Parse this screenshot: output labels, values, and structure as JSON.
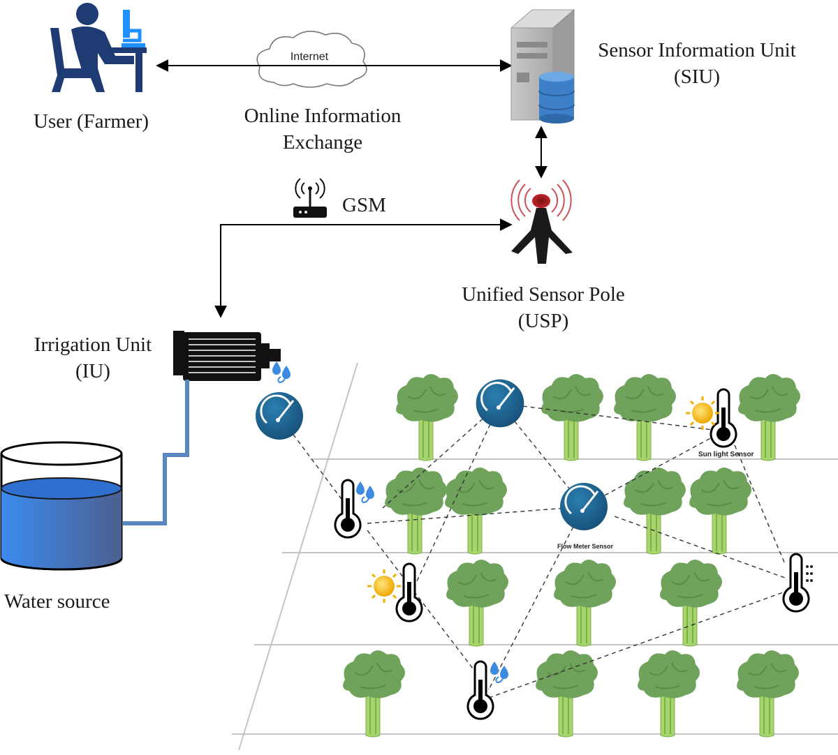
{
  "labels": {
    "user": "User (Farmer)",
    "internet": "Internet",
    "online_info_line1": "Online Information",
    "online_info_line2": "Exchange",
    "siu_line1": "Sensor Information Unit",
    "siu_line2": "(SIU)",
    "gsm": "GSM",
    "usp_line1": "Unified Sensor Pole",
    "usp_line2": "(USP)",
    "iu_line1": "Irrigation Unit",
    "iu_line2": "(IU)",
    "water_source": "Water source",
    "sunlight_sensor": "Sun light Sensor",
    "flow_meter_sensor": "Flow Meter Sensor"
  },
  "icons": {
    "user": "user-at-computer-icon",
    "internet": "cloud-icon",
    "siu": "server-database-icon",
    "gsm": "wifi-router-icon",
    "usp": "antenna-tower-icon",
    "iu": "motor-pump-icon",
    "water": "water-tank-icon",
    "flow_meter": "flow-meter-gauge-icon",
    "moisture": "soil-moisture-thermometer-icon",
    "sunlight": "sun-thermometer-icon",
    "plant": "celery-plant-icon"
  },
  "colors": {
    "user_icon": "#1f3b73",
    "monitor": "#1e90ff",
    "pipe": "#5a86c0",
    "water_top": "#2f6fd0",
    "water_bottom": "#4a6a9a",
    "gauge": "#1b5e8a",
    "plant_leaf": "#6f9e5a",
    "plant_stem": "#9fd06a",
    "tower_red": "#c0262b",
    "sun": "#f5b800"
  }
}
